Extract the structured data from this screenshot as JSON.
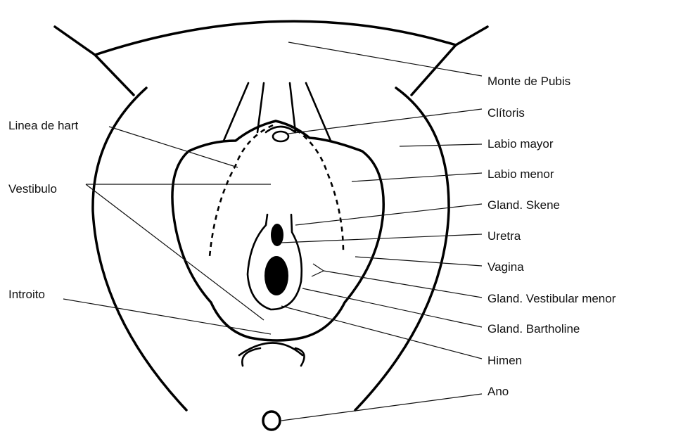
{
  "labels": {
    "monte_de_pubis": "Monte de Pubis",
    "clitoris": "Clítoris",
    "labio_mayor": "Labio mayor",
    "labio_menor": "Labio menor",
    "gland_skene": "Gland. Skene",
    "uretra": "Uretra",
    "vagina": "Vagina",
    "gland_vestibular_menor": "Gland. Vestibular menor",
    "gland_bartholine": "Gland. Bartholine",
    "himen": "Himen",
    "ano": "Ano",
    "linea_de_hart": "Linea de hart",
    "vestibulo": "Vestibulo",
    "introito": "Introito"
  },
  "colors": {
    "ink": "#000000",
    "background": "#ffffff"
  }
}
